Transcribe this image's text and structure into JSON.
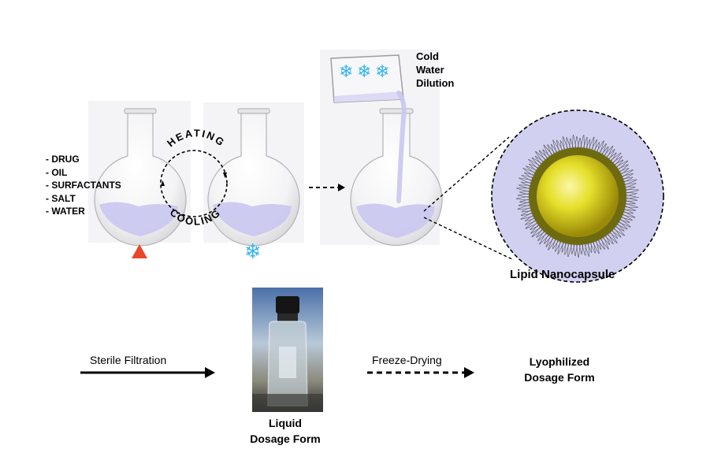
{
  "ingredients": [
    "- DRUG",
    "- OIL",
    "- SURFACTANTS",
    "- SALT",
    "- WATER"
  ],
  "cycle": {
    "top_label": "HEATING",
    "bottom_label": "COOLING"
  },
  "dilution": {
    "lines": [
      "Cold",
      "Water",
      "Dilution"
    ]
  },
  "nanocapsule": {
    "label": "Lipid Nanocapsule"
  },
  "process": {
    "sterile_filtration": "Sterile Filtration",
    "freeze_drying": "Freeze-Drying"
  },
  "liquid_form": {
    "lines": [
      "Liquid",
      "Dosage Form"
    ]
  },
  "lyophilized_form": {
    "lines": [
      "Lyophilized",
      "Dosage Form"
    ]
  },
  "icons": {
    "heat": "triangle-icon",
    "cool": "snowflake-icon",
    "snowflake_glyph": "❄"
  },
  "colors": {
    "heat": "#e8472a",
    "cold": "#35b6ee",
    "liquid": "#c9c6f0",
    "core": "#e6df2a",
    "halo": "#d2d0f1"
  }
}
